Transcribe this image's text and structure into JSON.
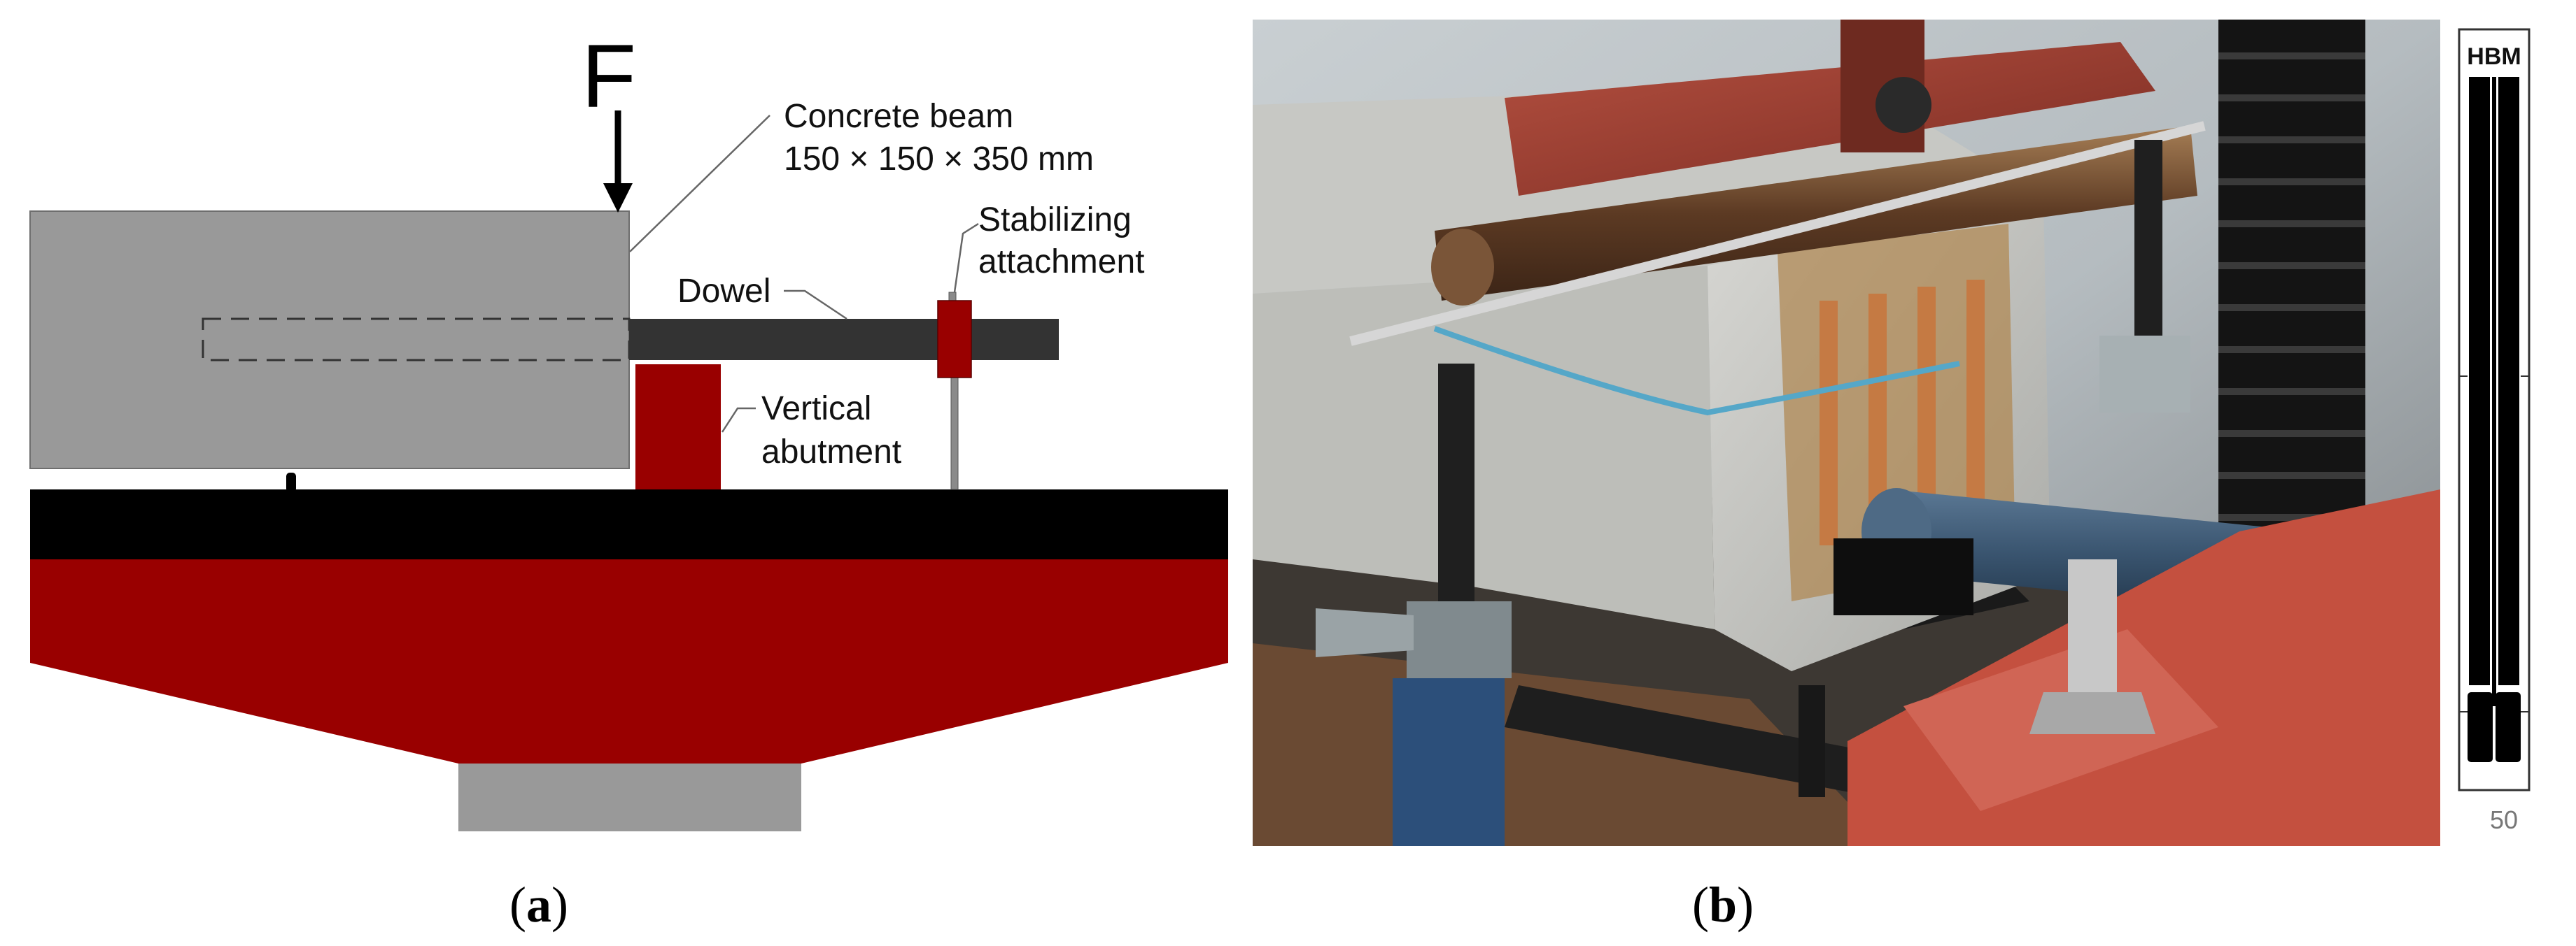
{
  "panel_a": {
    "force_label": "F",
    "beam_label_line1": "Concrete beam",
    "beam_label_line2": "150 × 150 × 350 mm",
    "dowel_label": "Dowel",
    "stabilizing_line1": "Stabilizing",
    "stabilizing_line2": "attachment",
    "abutment_line1": "Vertical",
    "abutment_line2": "abutment",
    "caption_open": "(",
    "caption_letter": "a",
    "caption_close": ")"
  },
  "panel_b": {
    "gauge_brand": "HBM",
    "gauge_scale": "50",
    "caption_open": "(",
    "caption_letter": "b",
    "caption_close": ")"
  },
  "colors": {
    "beam_gray": "#999999",
    "dowel_dark": "#333333",
    "support_red": "#990000",
    "base_black": "#000000"
  }
}
